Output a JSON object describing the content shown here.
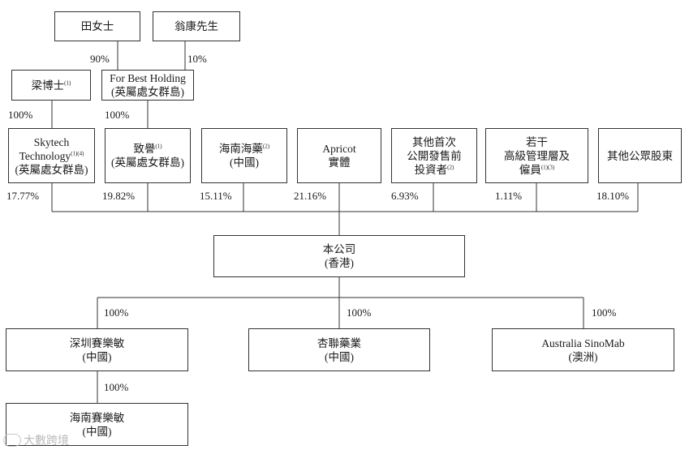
{
  "shareholders_top": {
    "tian": "田女士",
    "weng": "翁康先生",
    "tian_pct": "90%",
    "weng_pct": "10%"
  },
  "liang": {
    "name": "梁博士",
    "note": "(1)",
    "pct": "100%"
  },
  "forbest": {
    "name": "For Best Holding",
    "place": "(英屬處女群島)",
    "pct": "100%"
  },
  "row": {
    "skytech": {
      "l1": "Skytech",
      "l2": "Technology",
      "note": "(1)(4)",
      "l3": "(英屬處女群島)",
      "pct": "17.77%"
    },
    "zhiyu": {
      "l1": "致譽",
      "note": "(1)",
      "l2": "(英屬處女群島)",
      "pct": "19.82%"
    },
    "hainan_pharma": {
      "l1": "海南海藥",
      "note": "(2)",
      "l2": "(中國)",
      "pct": "15.11%"
    },
    "apricot": {
      "l1": "Apricot",
      "l2": "實體",
      "pct": "21.16%"
    },
    "preipo": {
      "l1": "其他首次",
      "l2": "公開發售前",
      "l3": "投資者",
      "note": "(2)",
      "pct": "6.93%"
    },
    "mgmt": {
      "l1": "若干",
      "l2": "高級管理層及",
      "l3": "僱員",
      "note": "(1)(3)",
      "pct": "1.11%"
    },
    "public": {
      "l1": "其他公眾股東",
      "pct": "18.10%"
    }
  },
  "company": {
    "l1": "本公司",
    "l2": "(香港)"
  },
  "subs": {
    "shenzhen": {
      "l1": "深圳賽樂敏",
      "l2": "(中國)",
      "pct": "100%"
    },
    "xinglian": {
      "l1": "杏聯藥業",
      "l2": "(中國)",
      "pct": "100%"
    },
    "australia": {
      "l1": "Australia SinoMab",
      "l2": "(澳洲)",
      "pct": "100%"
    }
  },
  "hainan_sub": {
    "l1": "海南賽樂敏",
    "l2": "(中國)",
    "pct": "100%"
  },
  "watermark": {
    "text": "大數跨境"
  }
}
